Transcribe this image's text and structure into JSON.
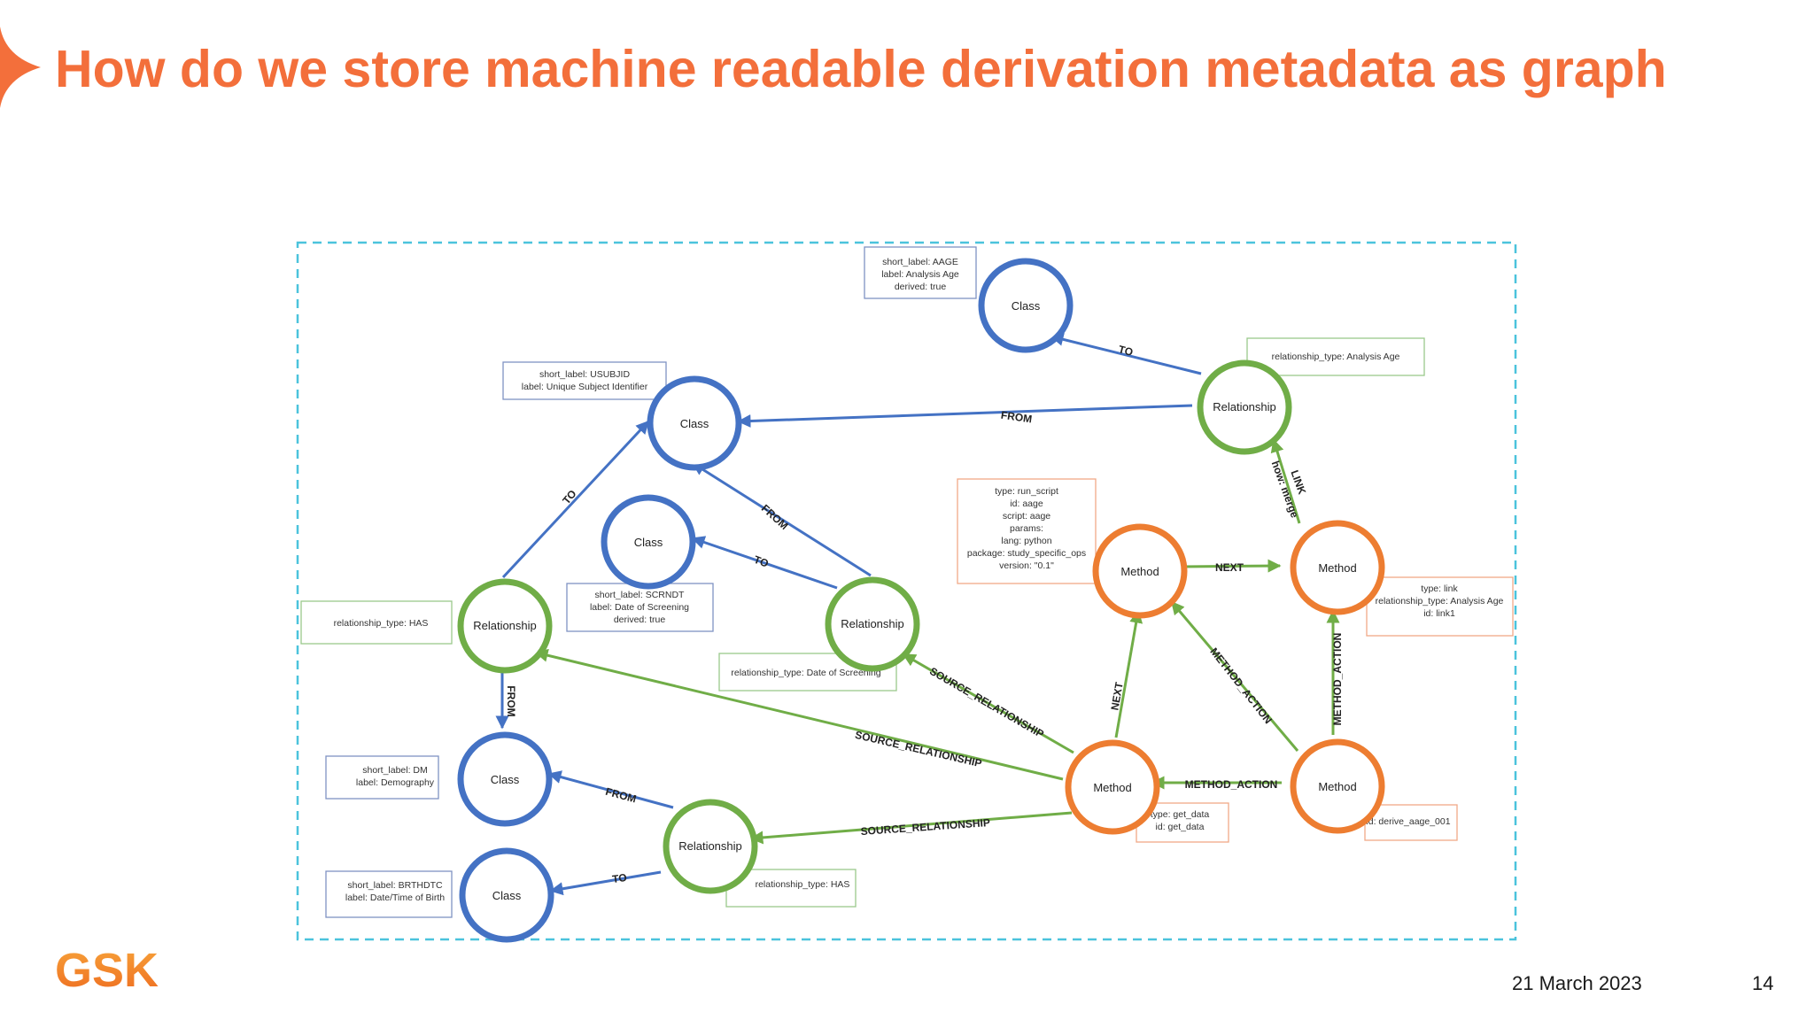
{
  "slide": {
    "title": "How do we store machine readable derivation metadata as graph",
    "date": "21 March 2023",
    "page_number": "14",
    "logo_text": "GSK"
  },
  "colors": {
    "title": "#F36F3B",
    "class_node": "#4472C4",
    "relationship_node": "#70AD47",
    "method_node": "#ED7D31",
    "frame": "#4BC3DC"
  },
  "nodes": {
    "class_aage": "Class",
    "class_usubjid": "Class",
    "class_scrndt": "Class",
    "class_dm": "Class",
    "class_brthdtc": "Class",
    "rel_analysis_age": "Relationship",
    "rel_has_1": "Relationship",
    "rel_date_screening": "Relationship",
    "rel_has_2": "Relationship",
    "method_run_script": "Method",
    "method_link": "Method",
    "method_get_data": "Method",
    "method_derive": "Method"
  },
  "edges": {
    "to_1": "TO",
    "from_1": "FROM",
    "link": "LINK",
    "how_merge": "how: merge",
    "to_2": "TO",
    "from_2": "FROM",
    "to_3": "TO",
    "from_3": "FROM",
    "next_1": "NEXT",
    "method_action_1": "METHOD_ACTION",
    "method_action_2": "METHOD_ACTION",
    "next_2": "NEXT",
    "method_action_3": "METHOD_ACTION",
    "source_relationship_1": "SOURCE_RELATIONSHIP",
    "source_relationship_2": "SOURCE_RELATIONSHIP",
    "source_relationship_3": "SOURCE_RELATIONSHIP",
    "from_4": "FROM",
    "to_4": "TO"
  },
  "notes": {
    "aage": [
      "short_label: AAGE",
      "label: Analysis Age",
      "derived: true"
    ],
    "usubjid": [
      "short_label: USUBJID",
      "label: Unique Subject Identifier"
    ],
    "rel_analysis_age": [
      "relationship_type: Analysis Age"
    ],
    "run_script": [
      "type: run_script",
      "id: aage",
      "script: aage",
      "params:",
      "lang: python",
      "package: study_specific_ops",
      "version: \"0.1\""
    ],
    "scrndt": [
      "short_label: SCRNDT",
      "label: Date of Screening",
      "derived: true"
    ],
    "rel_has_1": [
      "relationship_type: HAS"
    ],
    "rel_date_screening": [
      "relationship_type: Date of Screening"
    ],
    "method_link": [
      "type: link",
      "relationship_type: Analysis Age",
      "id: link1"
    ],
    "dm": [
      "short_label: DM",
      "label: Demography"
    ],
    "get_data": [
      "type: get_data",
      "id: get_data"
    ],
    "derive": [
      "id: derive_aage_001"
    ],
    "brthdtc": [
      "short_label: BRTHDTC",
      "label: Date/Time of Birth"
    ],
    "rel_has_2": [
      "relationship_type: HAS"
    ]
  }
}
